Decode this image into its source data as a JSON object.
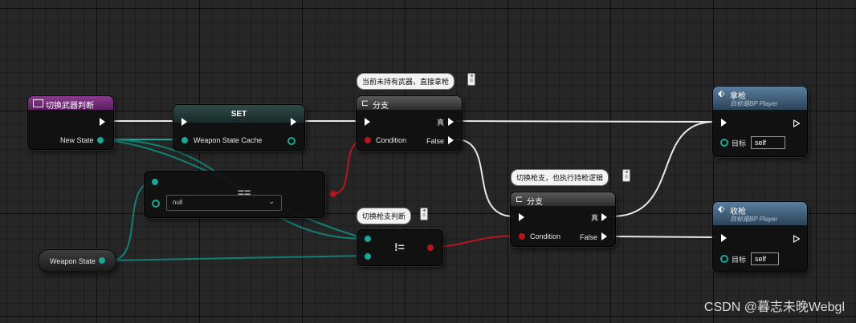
{
  "canvas": {
    "watermark": "CSDN @暮志未晚Webgl"
  },
  "nodes": {
    "custom_event": {
      "title": "切换武器判断",
      "pin_new_state": "New State"
    },
    "set_var": {
      "title": "SET",
      "pin_cache": "Weapon State Cache"
    },
    "branch_top": {
      "title": "分支",
      "pin_condition": "Condition",
      "pin_true": "真",
      "pin_false": "False"
    },
    "equals": {
      "operator": "==",
      "select_value": "null"
    },
    "weapon_state": {
      "label": "Weapon State"
    },
    "not_equal": {
      "operator": "!="
    },
    "branch_mid": {
      "title": "分支",
      "pin_condition": "Condition",
      "pin_true": "真",
      "pin_false": "False"
    },
    "take_gun": {
      "title": "拿枪",
      "subtitle": "目标是BP Player",
      "pin_target": "目标",
      "target_value": "self"
    },
    "holster_gun": {
      "title": "收枪",
      "subtitle": "目标是BP Player",
      "pin_target": "目标",
      "target_value": "self"
    }
  },
  "comments": {
    "top_branch": "当前未持有武器，直接拿枪",
    "mid_branch": "切换枪支，也执行持枪逻辑",
    "not_equal": "切换枪支判断"
  },
  "colors": {
    "exec": "#ffffff",
    "object_pin": "#17a89a",
    "bool_pin": "#b5151e",
    "event_header": "#7a2f7f",
    "function_header": "#4a6a86"
  }
}
